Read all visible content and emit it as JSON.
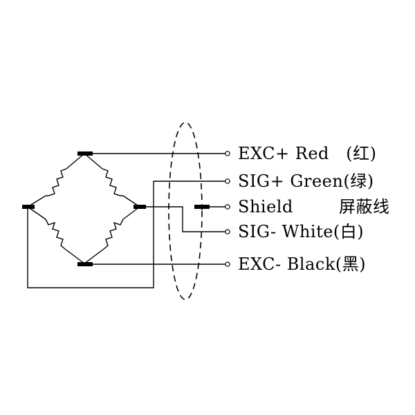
{
  "labels": {
    "exc_plus": "EXC+ Red   (红)",
    "sig_plus": "SIG+ Green(绿)",
    "shield": "Shield",
    "shield_cn": "屏蔽线",
    "sig_minus": "SIG- White(白)",
    "exc_minus": "EXC- Black(黑)"
  }
}
